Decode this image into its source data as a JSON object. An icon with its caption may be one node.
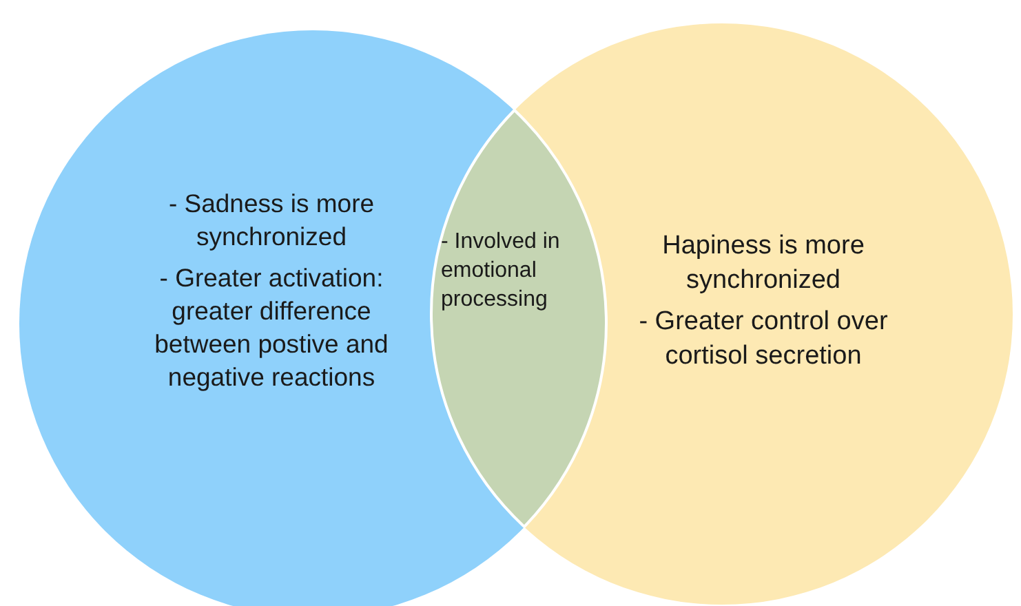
{
  "diagram": {
    "nodes": [
      {
        "text": [
          "- Sadness is more synchronized",
          "- Greater activation: greater difference between postive and negative reactions"
        ]
      },
      {
        "text": [
          "Hapiness is more synchronized",
          "- Greater control over cortisol secretion"
        ]
      },
      {
        "text": [
          "- Involved in emotional processing"
        ]
      }
    ]
  }
}
